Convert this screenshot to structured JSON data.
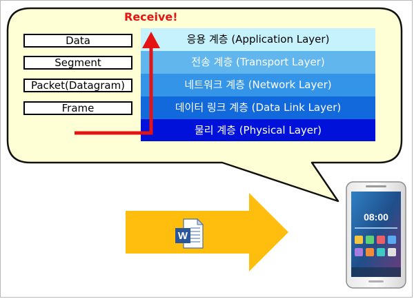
{
  "callout": {
    "receive_label": "Receive!"
  },
  "data_units": [
    "Data",
    "Segment",
    "Packet(Datagram)",
    "Frame"
  ],
  "layers": [
    {
      "label": "응용 계층 (Application Layer)",
      "color": "#c5f2fd"
    },
    {
      "label": "전송 계층 (Transport Layer)",
      "color": "#61b6ee"
    },
    {
      "label": "네트워크 계층 (Network Layer)",
      "color": "#3495e8"
    },
    {
      "label": "데이터 링크 계층 (Data Link Layer)",
      "color": "#1269db"
    },
    {
      "label": "물리 계층 (Physical Layer)",
      "color": "#0011d9"
    }
  ],
  "colors": {
    "bubble_fill": "#ffffd5",
    "flow_arrow": "#ffbd0d",
    "receive_arrow": "#e41414"
  },
  "phone": {
    "clock": "08:00"
  },
  "icons": {
    "document": "word-document-icon",
    "device": "smartphone-icon"
  }
}
